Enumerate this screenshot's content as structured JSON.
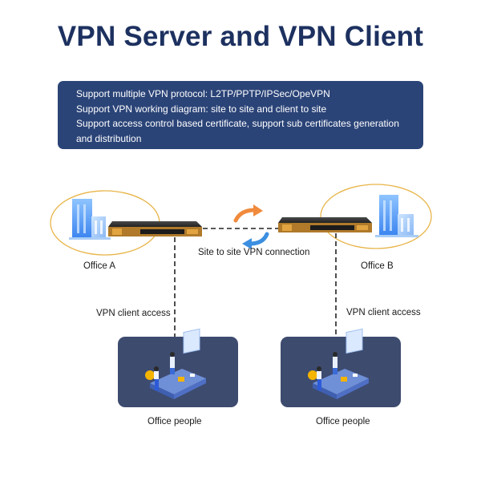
{
  "title": "VPN Server and VPN Client",
  "features": [
    "Support multiple VPN protocol: L2TP/PPTP/IPSec/OpeVPN",
    "Support VPN working diagram: site to site and client to site",
    "Support access control based certificate, support sub certificates generation",
    "and distribution"
  ],
  "diagram": {
    "office_a_label": "Office A",
    "office_b_label": "Office B",
    "connection_label": "Site to site VPN connection",
    "client_access_left": "VPN client access",
    "client_access_right": "VPN client access",
    "people_left": "Office people",
    "people_right": "Office people"
  },
  "colors": {
    "title": "#1d3160",
    "feature_box": "#2b4478",
    "office_ring": "#e8b54a",
    "people_card": "#3d4b6f",
    "arrow_orange": "#f08a3c",
    "arrow_blue": "#3c8fe0"
  }
}
